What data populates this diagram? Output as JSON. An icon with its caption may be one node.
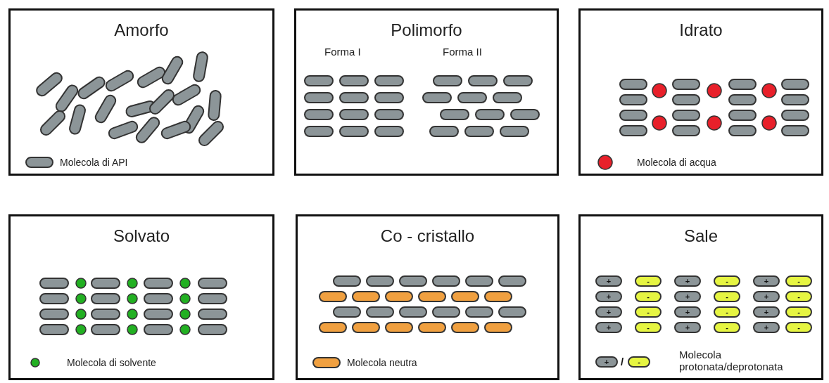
{
  "diagram": {
    "nodes": [
      {
        "text": [
          "Amorfo"
        ]
      },
      {
        "text": [
          "Polimorfo",
          "Forma I",
          "Forma II"
        ]
      },
      {
        "text": [
          "Idrato"
        ]
      },
      {
        "text": [
          "Solvato"
        ]
      },
      {
        "text": [
          "Co - cristallo"
        ]
      },
      {
        "text": [
          "Sale"
        ]
      }
    ],
    "edges": [],
    "labels": [
      "+",
      "-",
      "+",
      "-",
      "+",
      "-",
      "+",
      "-",
      "+",
      "-",
      "+",
      "-",
      "+",
      "-",
      "+",
      "-",
      "+",
      "-",
      "+",
      "-",
      "+",
      "-",
      "+",
      "-",
      "+",
      "/",
      "-"
    ],
    "legend": [
      {
        "text": "Molecola di API",
        "color": "#8c9598"
      },
      {
        "text": "Molecola di acqua",
        "color": "#e8202a"
      },
      {
        "text": "Molecola di solvente",
        "color": "#22b022"
      },
      {
        "text": "Molecola neutra",
        "color": "#f0a040"
      },
      {
        "text": "Molecola protonata/deprotonata"
      }
    ]
  }
}
